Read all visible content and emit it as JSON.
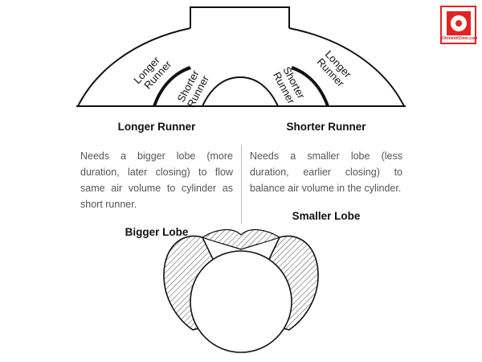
{
  "logo": {
    "text": "OtomotifZone.com",
    "accent_color": "#e02424"
  },
  "diagram": {
    "labels": {
      "left_longer_1": "Longer",
      "left_longer_2": "Runner",
      "left_shorter_1": "Shorter",
      "left_shorter_2": "Runner",
      "right_shorter_1": "Shorter",
      "right_shorter_2": "Runner",
      "right_longer_1": "Longer",
      "right_longer_2": "Runner"
    }
  },
  "left": {
    "heading": "Longer Runner",
    "description": "Needs a bigger lobe (more duration, later closing) to flow same air volume to cylinder as short runner.",
    "lobe": "Bigger Lobe"
  },
  "right": {
    "heading": "Shorter Runner",
    "description": "Needs a smaller lobe (less duration, earlier closing) to balance air volume in the cylinder.",
    "lobe": "Smaller Lobe"
  }
}
